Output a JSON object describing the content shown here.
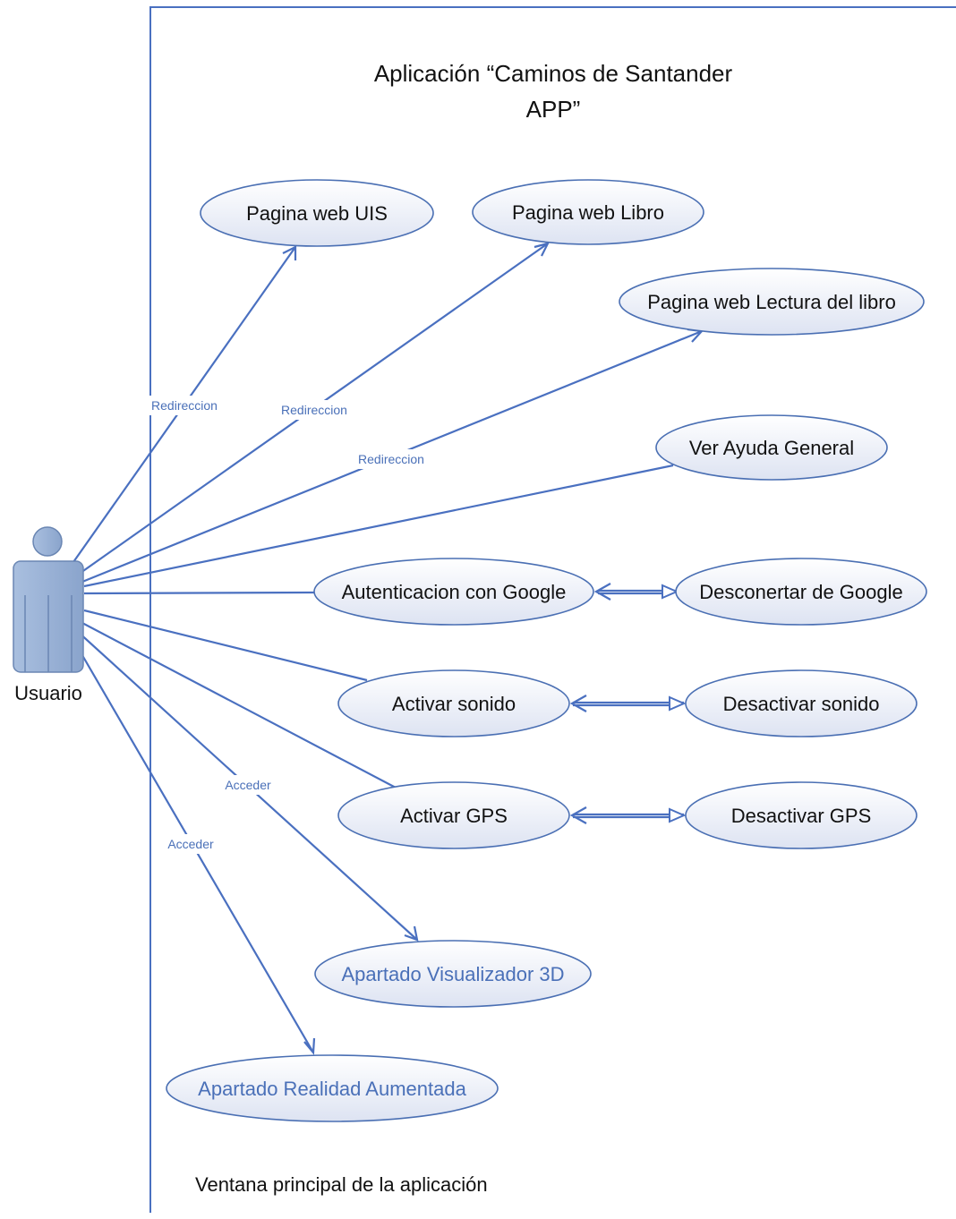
{
  "title_line1": "Aplicación “Caminos de Santander",
  "title_line2": "APP”",
  "footer": "Ventana principal de la aplicación",
  "actor": {
    "label": "Usuario"
  },
  "colors": {
    "line": "#4a70c0",
    "ellipse_stroke": "#4a6fb3",
    "ellipse_fill_top": "#ffffff",
    "ellipse_fill_bottom": "#dde3f2",
    "blue_text": "#4a70b8",
    "actor_fill": "#94aed3",
    "actor_stroke": "#6a86b3"
  },
  "use_cases": {
    "uis": "Pagina web UIS",
    "libro": "Pagina web Libro",
    "lectura": "Pagina web Lectura del libro",
    "ayuda": "Ver Ayuda General",
    "google": "Autenticacion con Google",
    "desgoogle": "Desconertar de Google",
    "sonido": "Activar sonido",
    "dessonido": "Desactivar sonido",
    "gps": "Activar GPS",
    "desgps": "Desactivar GPS",
    "vis3d": "Apartado Visualizador 3D",
    "ra": "Apartado Realidad Aumentada"
  },
  "relation_labels": {
    "redir1": "Redireccion",
    "redir2": "Redireccion",
    "redir3": "Redireccion",
    "acceder1": "Acceder",
    "acceder2": "Acceder"
  }
}
